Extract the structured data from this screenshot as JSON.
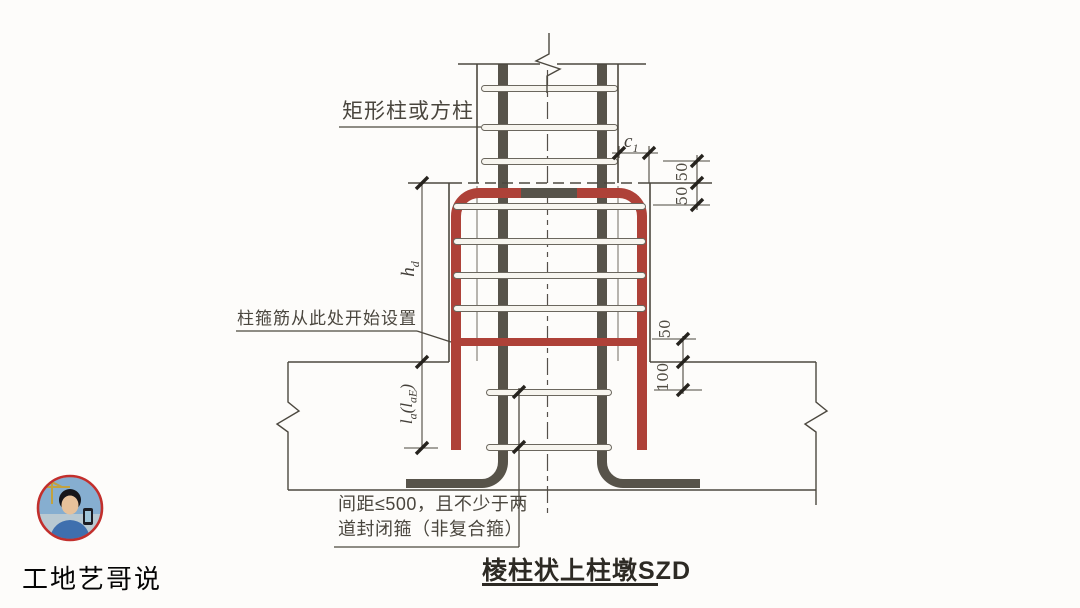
{
  "labels": {
    "column_type": "矩形柱或方柱",
    "stirrup_start": "柱箍筋从此处开始设置",
    "note_line1": "间距≤500，且不少于两",
    "note_line2": "道封闭箍（非复合箍）",
    "title": "棱柱状上柱墩SZD"
  },
  "dims": {
    "c1_base": "c",
    "c1_sub": "1",
    "gap50_top": "50",
    "gap50_bottom": "50",
    "tie_offset_50": "50",
    "embed_100": "100",
    "hd_base": "h",
    "hd_sub": "d",
    "la_base": "l",
    "la_sub": "a",
    "la_paren_open": "(",
    "la2_base": "l",
    "la2_sub": "aE",
    "la_paren_close": ")"
  },
  "watermark": {
    "name": "工地艺哥说",
    "avatar": "construction-worker-avatar"
  },
  "colors": {
    "rebar_red": "#ae4138",
    "rebar_dark": "#57534a",
    "linework": "#4c483f",
    "avatar_ring": "#c22f2c"
  }
}
